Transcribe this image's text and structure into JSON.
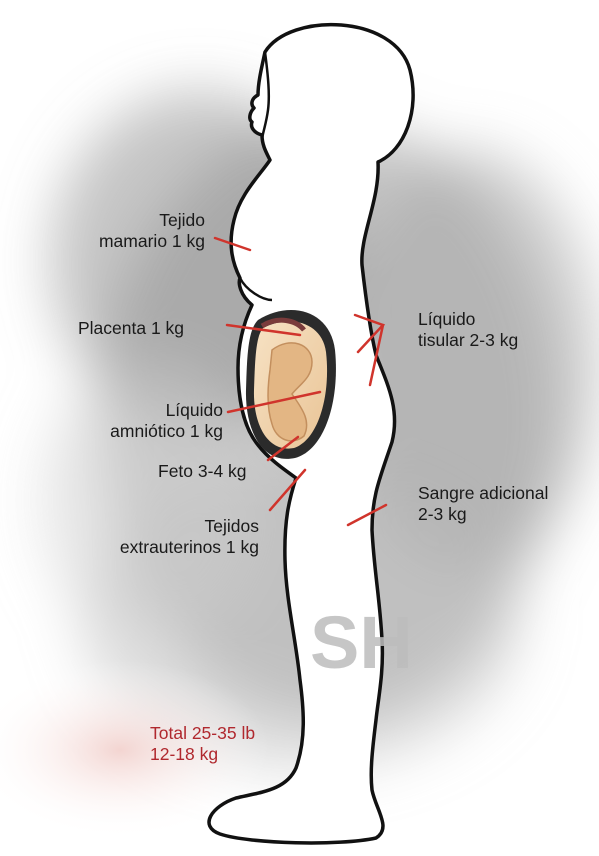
{
  "diagram": {
    "colors": {
      "leader": "#d0342c",
      "total_text": "#b0282e",
      "outline": "#111111"
    },
    "labels": {
      "mammary": [
        "Tejido",
        "mamario 1 kg"
      ],
      "placenta": [
        "Placenta 1 kg"
      ],
      "amniotic": [
        "Líquido",
        "amniótico 1 kg"
      ],
      "fetus": [
        "Feto 3-4 kg"
      ],
      "extrauterine": [
        "Tejidos",
        "extrauterinos 1 kg"
      ],
      "tissue_fluid": [
        "Líquido",
        "tisular 2-3 kg"
      ],
      "blood": [
        "Sangre adicional",
        "2-3 kg"
      ]
    },
    "total": [
      "Total 25-35 lb",
      "12-18 kg"
    ],
    "watermark": "SH"
  }
}
